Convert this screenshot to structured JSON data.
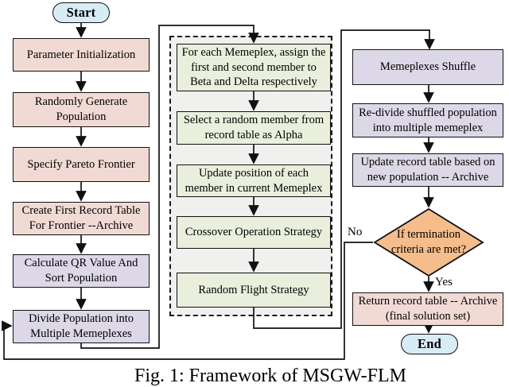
{
  "figure": {
    "caption": "Fig. 1: Framework of MSGW-FLM"
  },
  "flowchart": {
    "start_label": "Start",
    "end_label": "End",
    "left_column": [
      {
        "label": "Parameter Initialization"
      },
      {
        "label": "Randomly Generate Population"
      },
      {
        "label": "Specify Pareto Frontier"
      },
      {
        "label": "Create First Record Table For Frontier --Archive"
      },
      {
        "label": "Calculate QR Value And Sort Population"
      },
      {
        "label": "Divide Population into Multiple Memeplexes"
      }
    ],
    "memeplex_loop": [
      {
        "label": "For each Memeplex, assign the first and second member to Beta and Delta respectively"
      },
      {
        "label": "Select a random member from record table as Alpha"
      },
      {
        "label": "Update position of each member in current Memeplex"
      },
      {
        "label": "Crossover Operation Strategy"
      },
      {
        "label": "Random Flight Strategy"
      }
    ],
    "right_column": [
      {
        "label": "Memeplexes Shuffle"
      },
      {
        "label": "Re-divide shuffled population into multiple memeplex"
      },
      {
        "label": "Update record table based on new population -- Archive"
      }
    ],
    "decision": {
      "label": "If termination criteria are met?",
      "no_label": "No",
      "yes_label": "Yes"
    },
    "return_box": {
      "label": "Return record table -- Archive (final solution set)"
    }
  },
  "colors": {
    "process_pink": "#f2dad4",
    "process_lavender": "#ddd8e8",
    "process_green": "#e9efdc",
    "decision_orange": "#f5bd8c",
    "terminal_blue": "#d8ecf5",
    "loop_container_gray": "#f0f0ef",
    "line_black": "#111111"
  }
}
